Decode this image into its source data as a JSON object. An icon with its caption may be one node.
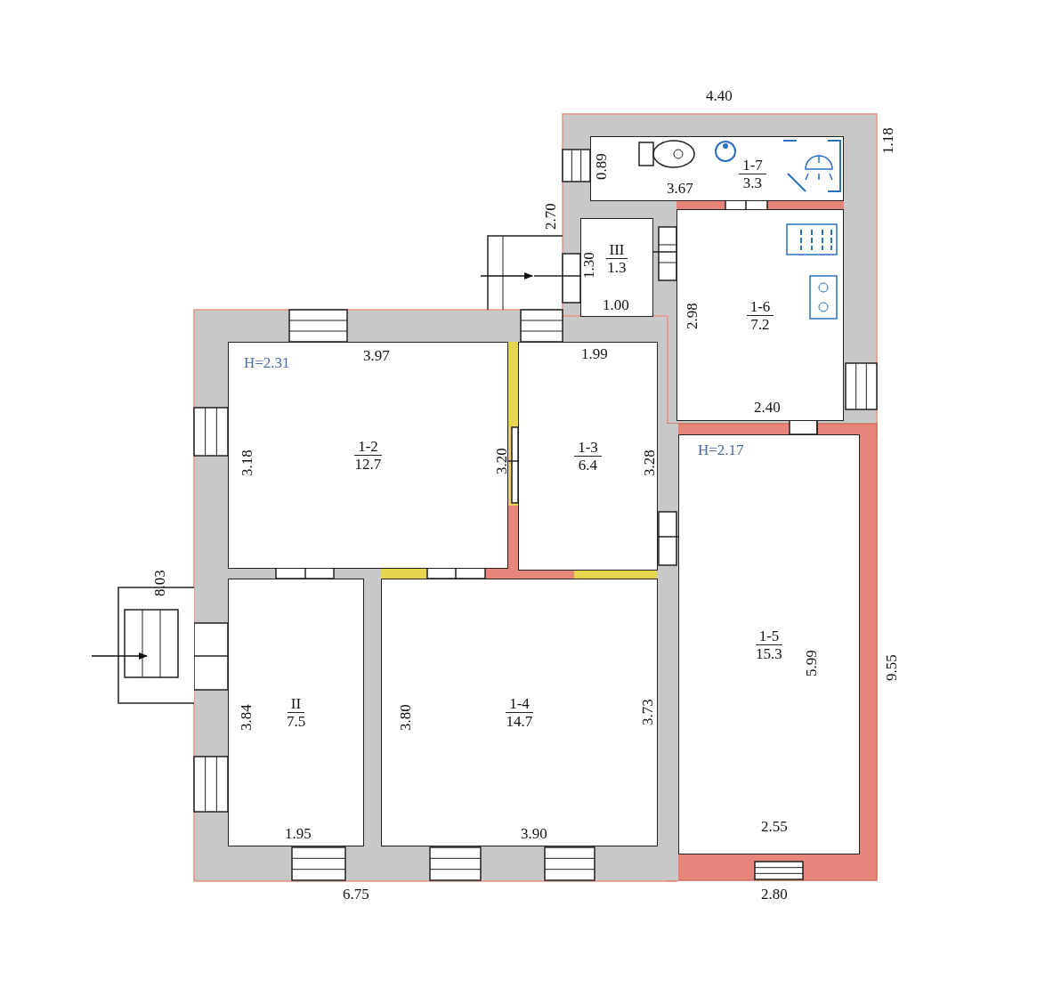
{
  "diagram": {
    "nodes": [
      {
        "text": [
          "1-7",
          "3.3"
        ]
      },
      {
        "text": [
          "III",
          "1.3"
        ]
      },
      {
        "text": [
          "1-6",
          "7.2"
        ]
      },
      {
        "text": [
          "1-2",
          "12.7"
        ]
      },
      {
        "text": [
          "1-3",
          "6.4"
        ]
      },
      {
        "text": [
          "1-5",
          "15.3"
        ]
      },
      {
        "text": [
          "II",
          "7.5"
        ]
      },
      {
        "text": [
          "1-4",
          "14.7"
        ]
      }
    ],
    "edges": [],
    "labels": [
      "4.40",
      "1.18",
      "0.89",
      "3.67",
      "2.70",
      "1.30",
      "1.00",
      "2.98",
      "3.97",
      "1.99",
      "H=2.31",
      "3.18",
      "3.20",
      "3.28",
      "2.40",
      "H=2.17",
      "8.03",
      "3.84",
      "3.80",
      "3.73",
      "5.99",
      "9.55",
      "1.95",
      "3.90",
      "2.55",
      "6.75",
      "2.80"
    ]
  }
}
